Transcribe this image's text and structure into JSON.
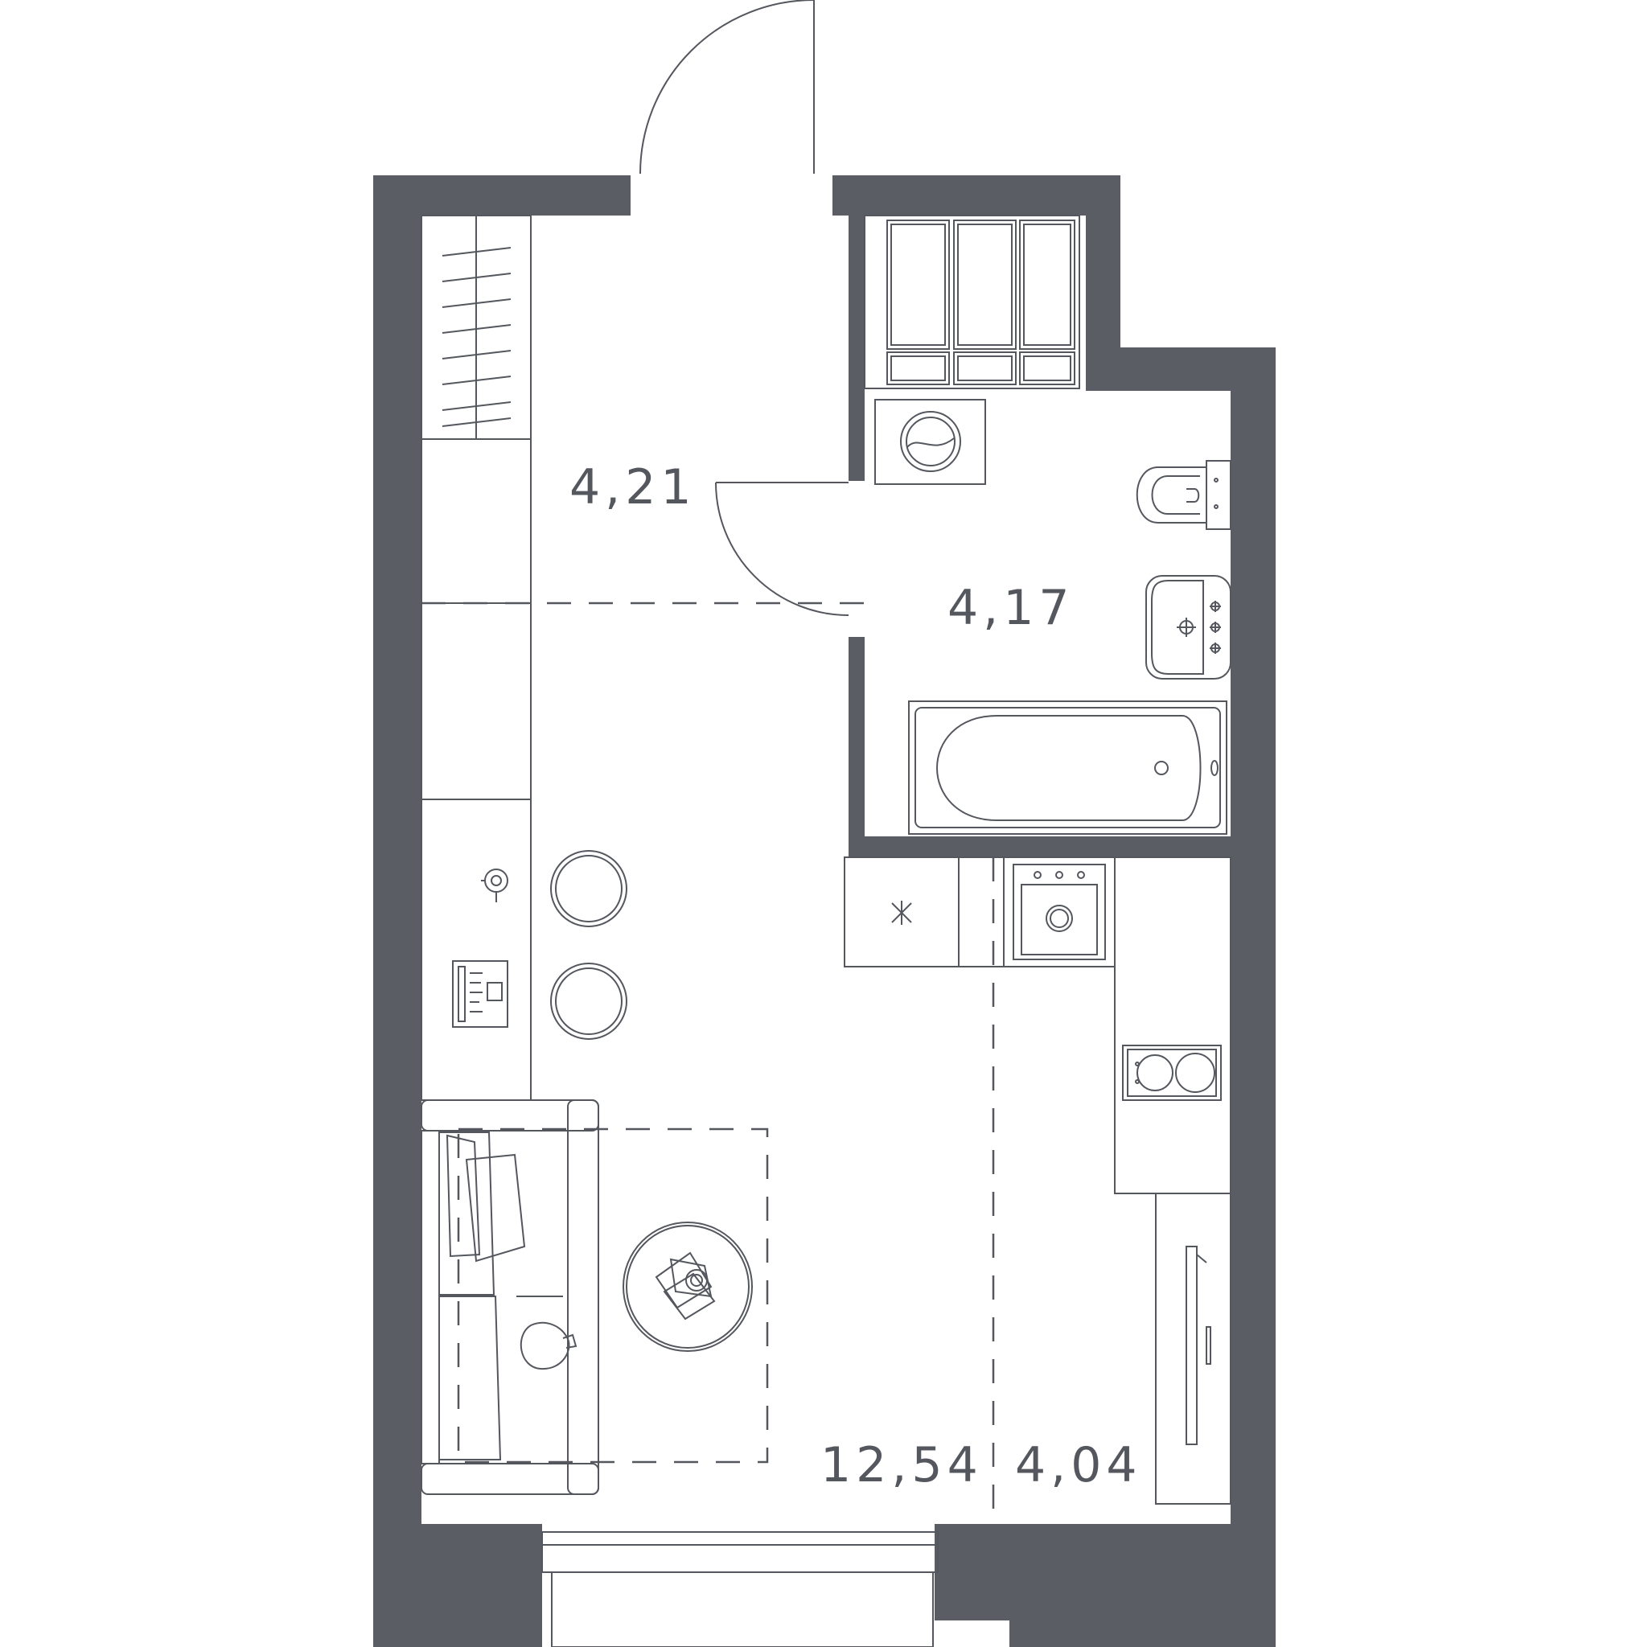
{
  "rooms": [
    {
      "id": "hallway",
      "area": "4,21"
    },
    {
      "id": "bathroom",
      "area": "4,17"
    },
    {
      "id": "living",
      "area": "12,54"
    },
    {
      "id": "kitchen",
      "area": "4,04"
    }
  ],
  "colors": {
    "wall": "#5b5d64",
    "line": "#55575f",
    "background": "#ffffff"
  }
}
